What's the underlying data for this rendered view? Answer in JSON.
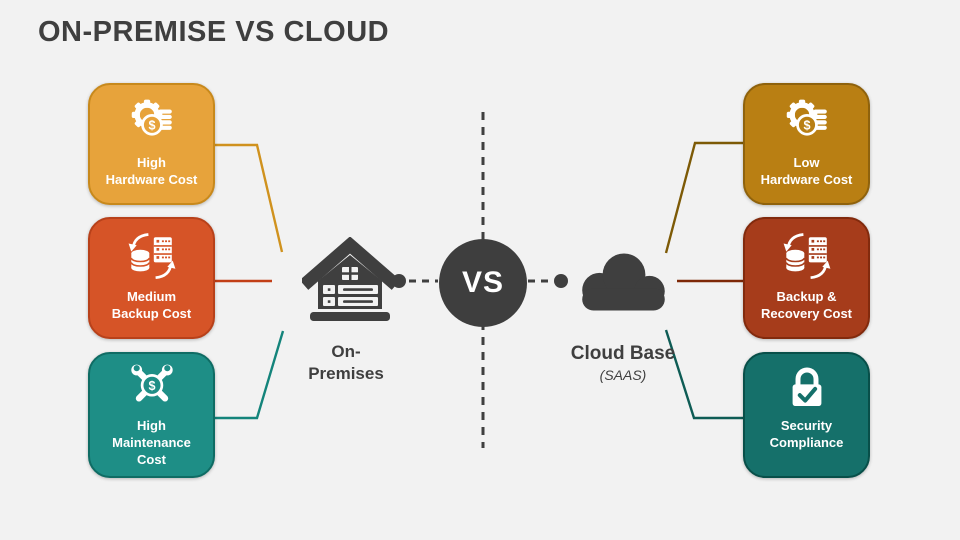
{
  "title": "ON-PREMISE VS CLOUD",
  "center": {
    "vs_label": "VS",
    "left_label_lines": [
      "On-",
      "Premises"
    ],
    "right_label": "Cloud Base",
    "right_sublabel": "(SAAS)",
    "building_icon": "warehouse-servers-icon",
    "cloud_icon": "cloud-icon"
  },
  "left_items": [
    {
      "lines": [
        "High",
        "Hardware Cost"
      ],
      "icon": "gear-coins-icon",
      "bg": "#E7A33B",
      "border": "#C8891C",
      "connector": "#D0921E"
    },
    {
      "lines": [
        "Medium",
        "Backup Cost"
      ],
      "icon": "database-backup-icon",
      "bg": "#D65427",
      "border": "#B8411A",
      "connector": "#C23F17"
    },
    {
      "lines": [
        "High",
        "Maintenance",
        "Cost"
      ],
      "icon": "tools-dollar-icon",
      "bg": "#1E8E86",
      "border": "#0F6C64",
      "connector": "#14847B"
    }
  ],
  "right_items": [
    {
      "lines": [
        "Low",
        "Hardware Cost"
      ],
      "icon": "gear-coins-icon",
      "bg": "#B97F13",
      "border": "#8F620C",
      "connector": "#7D5A06"
    },
    {
      "lines": [
        "Backup &",
        "Recovery Cost"
      ],
      "icon": "database-backup-icon",
      "bg": "#A63C1B",
      "border": "#822A0D",
      "connector": "#7E2807"
    },
    {
      "lines": [
        "Security",
        "Compliance"
      ],
      "icon": "lock-check-icon",
      "bg": "#15706A",
      "border": "#084F49",
      "connector": "#0E5C55"
    }
  ],
  "icon_symbols": {
    "currency": "$"
  },
  "theme": {
    "background": "#F2F2F2",
    "text_dark": "#3F3F3F",
    "dashed_line": "#3F3F3F",
    "vs_circle": "#3E3E3E",
    "card_text": "#FFFFFF"
  }
}
